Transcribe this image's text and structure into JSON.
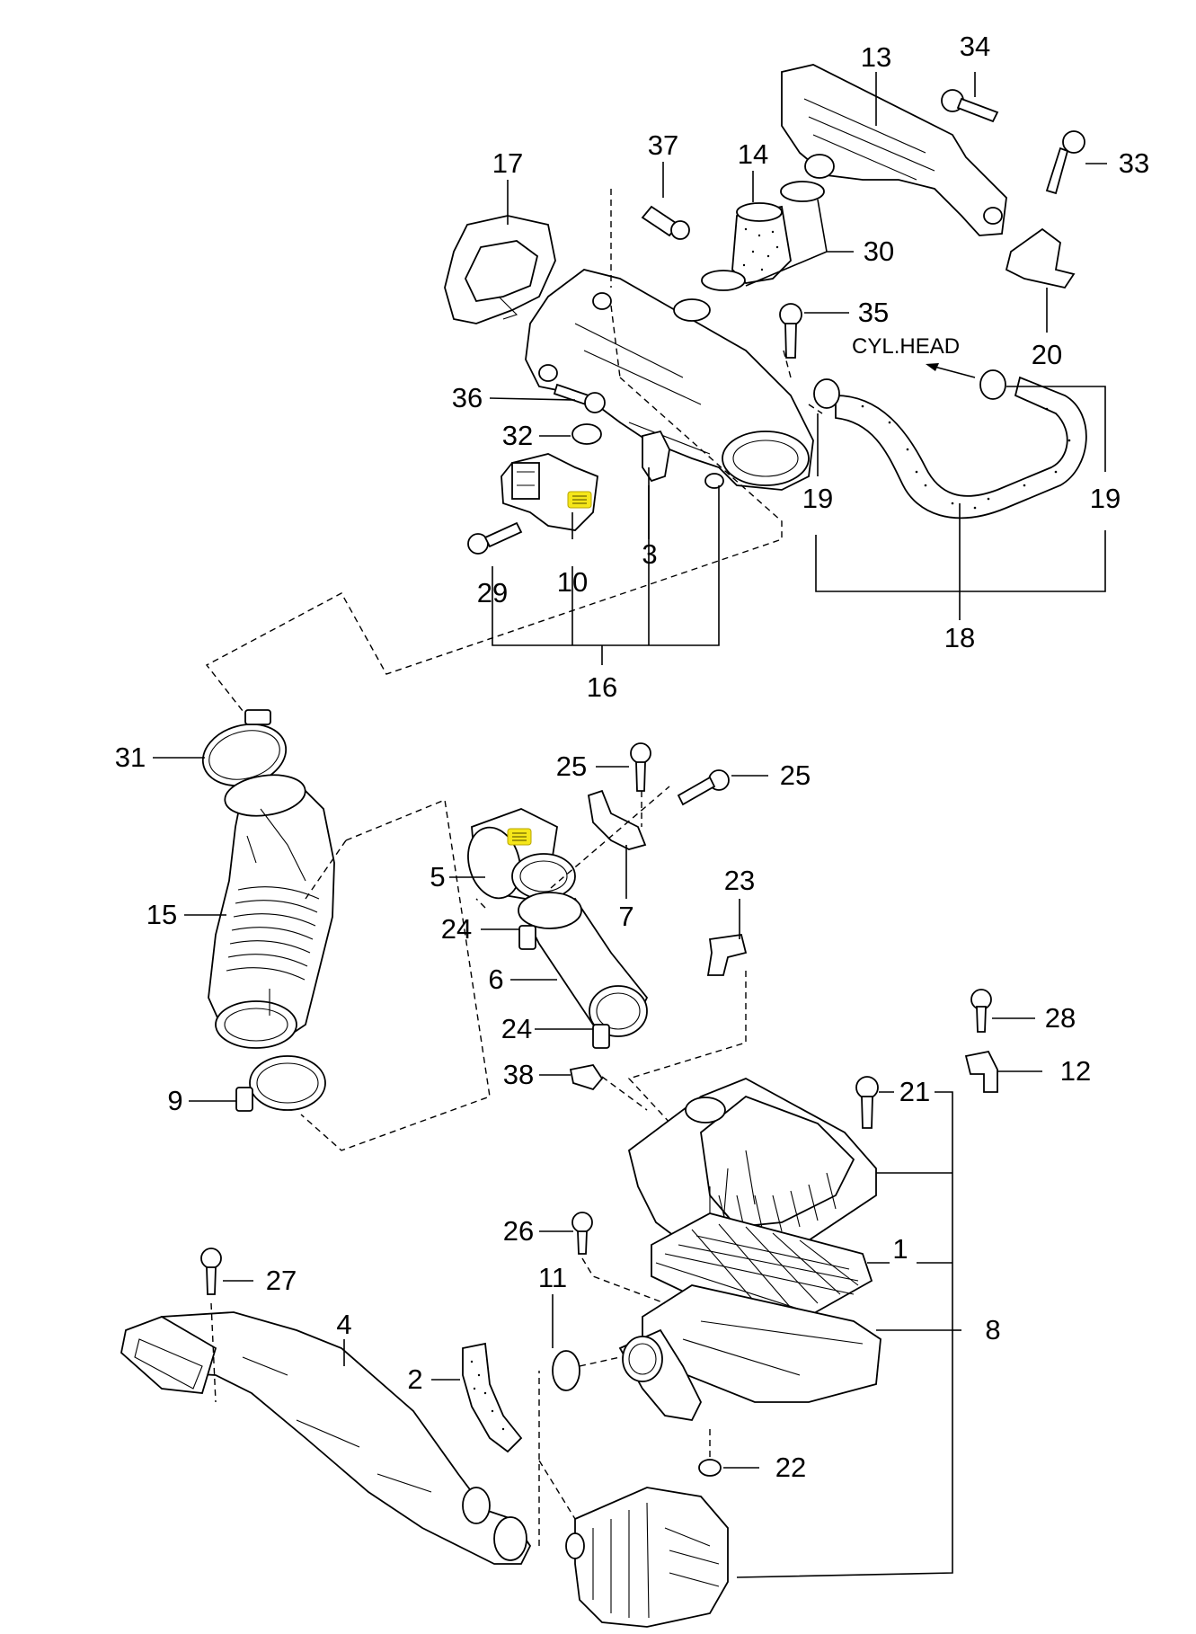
{
  "diagram": {
    "labels": {
      "p1": "1",
      "p2": "2",
      "p3": "3",
      "p4": "4",
      "p5": "5",
      "p6": "6",
      "p7": "7",
      "p8": "8",
      "p9": "9",
      "p10": "10",
      "p11": "11",
      "p12": "12",
      "p13": "13",
      "p14": "14",
      "p15": "15",
      "p16": "16",
      "p17": "17",
      "p18": "18",
      "p19a": "19",
      "p19b": "19",
      "p20": "20",
      "p21": "21",
      "p22": "22",
      "p23": "23",
      "p24a": "24",
      "p24b": "24",
      "p25a": "25",
      "p25b": "25",
      "p26": "26",
      "p27": "27",
      "p28": "28",
      "p29": "29",
      "p30": "30",
      "p31": "31",
      "p32": "32",
      "p33": "33",
      "p34": "34",
      "p35": "35",
      "p36": "36",
      "p37": "37",
      "p38": "38"
    },
    "annotation": "CYL.HEAD",
    "note_icon_color": "#f5e61a"
  }
}
